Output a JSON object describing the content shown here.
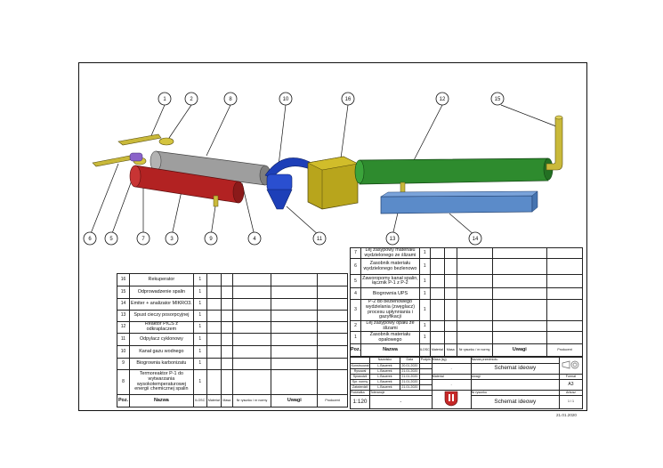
{
  "callouts": [
    {
      "id": "c1",
      "text": "1"
    },
    {
      "id": "c2",
      "text": "2"
    },
    {
      "id": "c3",
      "text": "8"
    },
    {
      "id": "c4",
      "text": "10"
    },
    {
      "id": "c5",
      "text": "16"
    },
    {
      "id": "c6",
      "text": "12"
    },
    {
      "id": "c7",
      "text": "15"
    },
    {
      "id": "c8",
      "text": "6"
    },
    {
      "id": "c9",
      "text": "5"
    },
    {
      "id": "c10",
      "text": "7"
    },
    {
      "id": "c11",
      "text": "3"
    },
    {
      "id": "c12",
      "text": "9"
    },
    {
      "id": "c13",
      "text": "4"
    },
    {
      "id": "c14",
      "text": "11"
    },
    {
      "id": "c15",
      "text": "13"
    },
    {
      "id": "c16",
      "text": "14"
    }
  ],
  "colors": {
    "gray": "#9e9e9e",
    "red": "#b22222",
    "blue": "#1d3fb8",
    "olive": "#b8a51c",
    "green": "#2e8b2e",
    "steel": "#5b8bc9",
    "pipe": "#c9b93a",
    "violet": "#8a63c9"
  },
  "left_table": {
    "rows": [
      {
        "pos": "16",
        "name": "Rekuperator",
        "qty": "1"
      },
      {
        "pos": "15",
        "name": "Odprowadzenie spalin",
        "qty": "1"
      },
      {
        "pos": "14",
        "name": "Emiter + analizator MIKRO3.",
        "qty": "1"
      },
      {
        "pos": "13",
        "name": "Spust cieczy posorpcyjnej",
        "qty": "1"
      },
      {
        "pos": "12",
        "name": "Reaktor PICS z odkraplaczem",
        "qty": "1"
      },
      {
        "pos": "11",
        "name": "Odpylacz cyklonowy",
        "qty": "1"
      },
      {
        "pos": "10",
        "name": "Kanał gazu wodnego",
        "qty": "1"
      },
      {
        "pos": "9",
        "name": "Biogrownia karbonizatu",
        "qty": "1"
      },
      {
        "pos": "8",
        "name": "Termoreaktor P-1 do wytwarzania wysokotemperaturowej energii chemicznej spalin",
        "qty": "1"
      }
    ],
    "header": {
      "pos": "Poz.",
      "name": "Nazwa",
      "qty": "ILOSC",
      "material": "Materiał",
      "mass": "Masa",
      "drawing": "Nr rysunku / nr normy",
      "notes": "Uwagi",
      "producer": "Producent"
    }
  },
  "right_table": {
    "rows": [
      {
        "pos": "7",
        "name": "Lej zasypowy materiału wydzielonego ze ślizami",
        "qty": "1"
      },
      {
        "pos": "6",
        "name": "Zasobnik materiału wydzielonego bezlenowo",
        "qty": "1"
      },
      {
        "pos": "5",
        "name": "Zaworopomy kanał spalin, łącznik P-1 z P-2",
        "qty": "1"
      },
      {
        "pos": "4",
        "name": "Biogrownia UPS",
        "qty": "1"
      },
      {
        "pos": "3",
        "name": "P-2 do bezlenowego wydzielania (zwęglacz) procesu upłynniania i gazyfikacji",
        "qty": "1"
      },
      {
        "pos": "2",
        "name": "Lej zasypowy opału ze ślizami",
        "qty": "1"
      },
      {
        "pos": "1",
        "name": "Zasobnik materiału opałowego",
        "qty": "1"
      }
    ],
    "header": {
      "pos": "Poz.",
      "name": "Nazwa",
      "qty": "ILOSC",
      "material": "Materiał",
      "mass": "Masa",
      "drawing": "Nr rysunku / nr normy",
      "notes": "Uwagi",
      "producer": "Producent"
    }
  },
  "title_block": {
    "col_name": "Nazwisko",
    "col_date": "Data",
    "col_sig": "Podpis",
    "rows": [
      {
        "label": "Konstruował",
        "name": "L.Bauerek",
        "date": "20.01.2020"
      },
      {
        "label": "Rysował",
        "name": "L.Bauerek",
        "date": "21.01.2020"
      },
      {
        "label": "Sprawdził",
        "name": "L.Bauerek",
        "date": "21.01.2020"
      },
      {
        "label": "Spr. normy",
        "name": "L.Bauerek",
        "date": "21.01.2020"
      },
      {
        "label": "Zatwierdził",
        "name": "L.Bauerek",
        "date": "21.01.2020"
      }
    ],
    "scale_label": "Podziałka",
    "scale": "1:120",
    "tolerance_label": "Tolerancje",
    "tolerance": "-",
    "mass_label": "Masa (kg)",
    "mass": "-",
    "material_label": "Materiał",
    "material": "-",
    "name_label": "Nazwa przedmiotu",
    "name": "Schemat ideowy",
    "notes_label": "Uwagi",
    "format_label": "Format",
    "format": "A3",
    "number_label": "Nr rysunku",
    "number": "Schemat ideowy",
    "sheet_label": "Arkusz",
    "sheet": "1 / 1",
    "date": "21.01.2020"
  }
}
